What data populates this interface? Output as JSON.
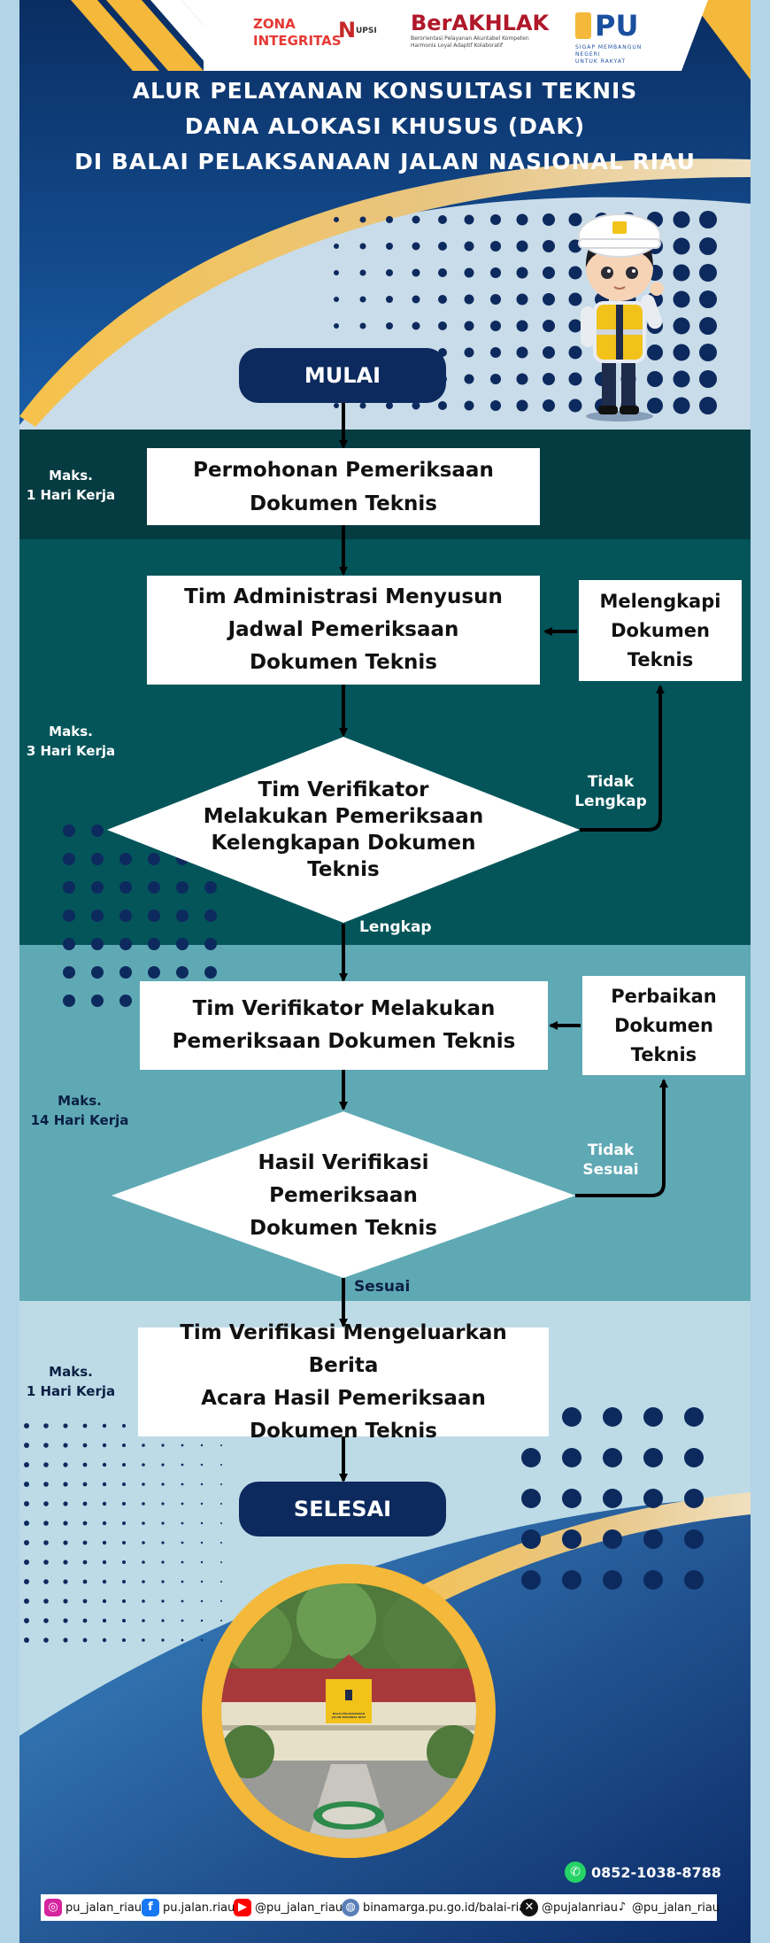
{
  "header": {
    "title_lines": [
      "ALUR PELAYANAN KONSULTASI TEKNIS",
      "DANA ALOKASI KHUSUS (DAK)",
      "DI BALAI PELAKSANAAN JALAN NASIONAL RIAU"
    ],
    "logos": {
      "zona": "ZONA\nINTEGRITAS",
      "zona_mark": "N",
      "zona_mark_suffix": "UPSI",
      "berakhlak": "BerAKHLAK",
      "berakhlak_sub": "Berorientasi Pelayanan Akuntabel Kompeten\nHarmonis Loyal Adaptif Kolaboratif",
      "pu": "PU",
      "pu_sub": "SIGAP MEMBANGUN NEGERI\nUNTUK RAKYAT"
    }
  },
  "colors": {
    "navy": "#0d2a5e",
    "band_dark": "#053c42",
    "band_teal": "#04555a",
    "band_mid": "#5fa9b4",
    "band_light": "#bcdbe6",
    "gold": "#f4b83a"
  },
  "flow": {
    "start": "MULAI",
    "end": "SELESAI",
    "step1": "Permohonan Pemeriksaan\nDokumen Teknis",
    "step2": "Tim Administrasi Menyusun\nJadwal Pemeriksaan\nDokumen Teknis",
    "side1": "Melengkapi\nDokumen\nTeknis",
    "decision1": "Tim Verifikator\nMelakukan Pemeriksaan\nKelengkapan Dokumen\nTeknis",
    "no1": "Tidak\nLengkap",
    "yes1": "Lengkap",
    "step3": "Tim Verifikator Melakukan\nPemeriksaan Dokumen Teknis",
    "side2": "Perbaikan\nDokumen\nTeknis",
    "decision2": "Hasil Verifikasi\nPemeriksaan\nDokumen Teknis",
    "no2": "Tidak\nSesuai",
    "yes2": "Sesuai",
    "step4": "Tim Verifikasi Mengeluarkan Berita\nAcara Hasil Pemeriksaan\nDokumen Teknis"
  },
  "durations": {
    "band1": "Maks.\n1 Hari Kerja",
    "band2": "Maks.\n3 Hari Kerja",
    "band3": "Maks.\n14 Hari Kerja",
    "band4": "Maks.\n1 Hari Kerja"
  },
  "building": {
    "sign": "BALAI PELAKSANAAN JALAN NASIONAL RIAU"
  },
  "footer": {
    "phone": "0852-1038-8788",
    "socials": [
      {
        "icon": "instagram-icon",
        "text": "pu_jalan_riau"
      },
      {
        "icon": "facebook-icon",
        "text": "pu.jalan.riau"
      },
      {
        "icon": "youtube-icon",
        "text": "@pu_jalan_riau"
      },
      {
        "icon": "globe-icon",
        "text": "binamarga.pu.go.id/balai-riau"
      },
      {
        "icon": "x-icon",
        "text": "@pujalanriau"
      },
      {
        "icon": "tiktok-icon",
        "text": "@pu_jalan_riau"
      }
    ]
  }
}
